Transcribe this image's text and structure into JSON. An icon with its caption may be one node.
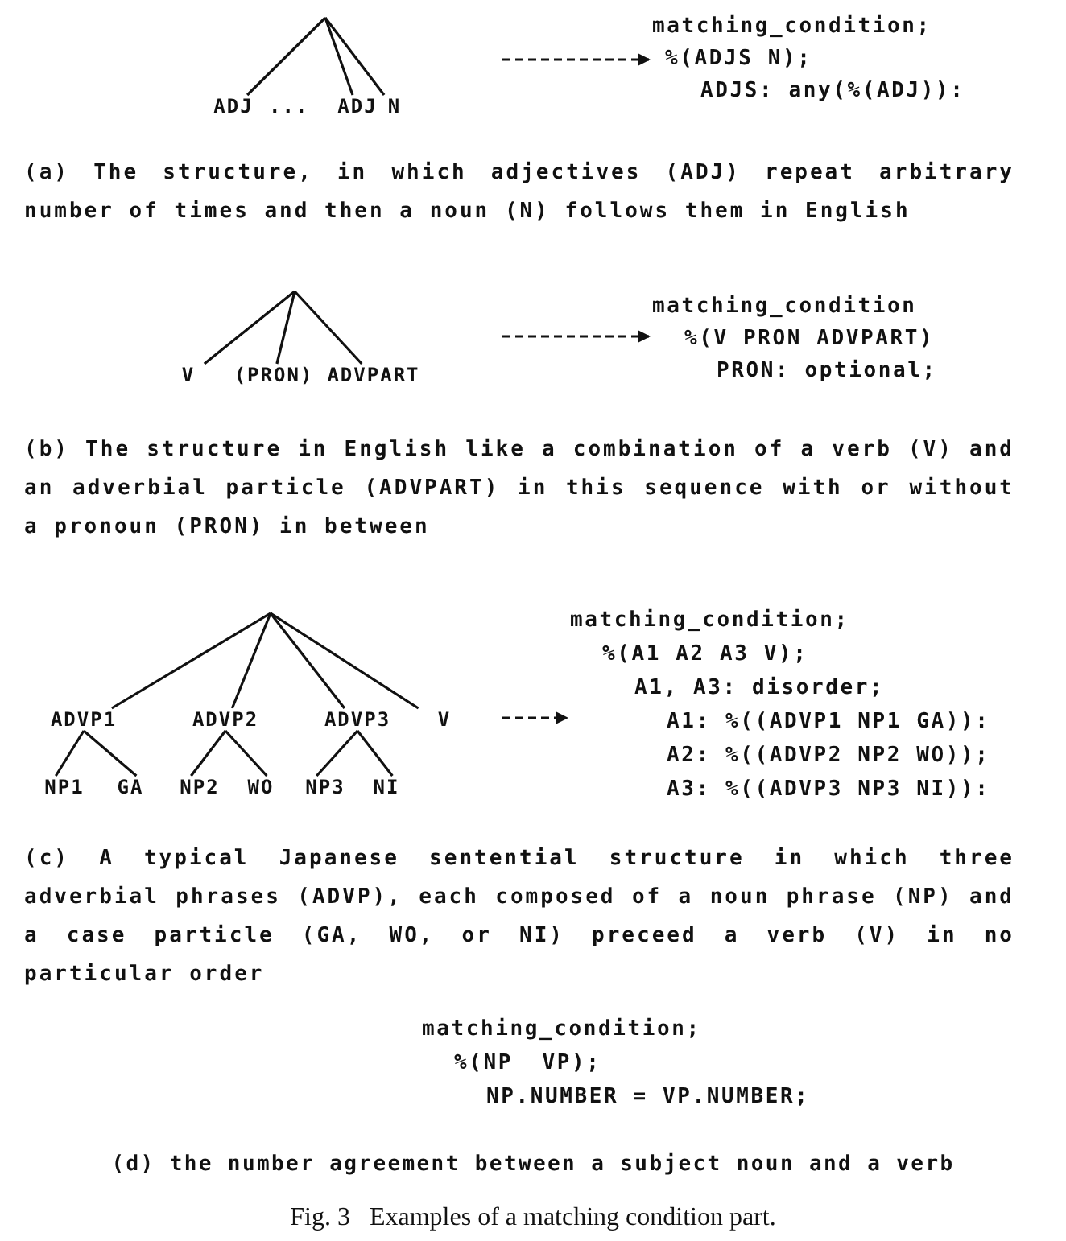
{
  "diagram": {
    "caption": "Fig. 3   Examples of a matching condition part.",
    "nodes": [
      {
        "text": [
          "ADJ"
        ]
      },
      {
        "text": [
          "ADJ"
        ]
      },
      {
        "text": [
          "N"
        ]
      },
      {
        "text": [
          "matching_condition;",
          "%(ADJS N);",
          "ADJS: any(%(ADJ)):"
        ]
      },
      {
        "text": [
          "V"
        ]
      },
      {
        "text": [
          "(PRON)"
        ]
      },
      {
        "text": [
          "ADVPART"
        ]
      },
      {
        "text": [
          "matching_condition",
          "%(V PRON ADVPART)",
          "PRON: optional;"
        ]
      },
      {
        "text": [
          "ADVP1"
        ]
      },
      {
        "text": [
          "ADVP2"
        ]
      },
      {
        "text": [
          "ADVP3"
        ]
      },
      {
        "text": [
          "V"
        ]
      },
      {
        "text": [
          "NP1"
        ]
      },
      {
        "text": [
          "GA"
        ]
      },
      {
        "text": [
          "NP2"
        ]
      },
      {
        "text": [
          "WO"
        ]
      },
      {
        "text": [
          "NP3"
        ]
      },
      {
        "text": [
          "NI"
        ]
      },
      {
        "text": [
          "matching_condition;",
          "%(A1 A2 A3 V);",
          "A1, A3: disorder;",
          "A1: %((ADVP1 NP1 GA)):",
          "A2: %((ADVP2 NP2 WO));",
          "A3: %((ADVP3 NP3 NI)):"
        ]
      }
    ],
    "edges": [
      {
        "from": null,
        "to": 0,
        "arrow": "none"
      },
      {
        "from": null,
        "to": 1,
        "arrow": "none"
      },
      {
        "from": null,
        "to": 2,
        "arrow": "none"
      },
      {
        "from": null,
        "to": 3,
        "arrow": "to",
        "style": "dashed"
      },
      {
        "from": null,
        "to": 4,
        "arrow": "none"
      },
      {
        "from": null,
        "to": 5,
        "arrow": "none"
      },
      {
        "from": null,
        "to": 6,
        "arrow": "none"
      },
      {
        "from": null,
        "to": 7,
        "arrow": "to",
        "style": "dashed"
      },
      {
        "from": null,
        "to": 8,
        "arrow": "none"
      },
      {
        "from": null,
        "to": 9,
        "arrow": "none"
      },
      {
        "from": null,
        "to": 10,
        "arrow": "none"
      },
      {
        "from": null,
        "to": 11,
        "arrow": "none"
      },
      {
        "from": 8,
        "to": 12,
        "arrow": "none"
      },
      {
        "from": 8,
        "to": 13,
        "arrow": "none"
      },
      {
        "from": 9,
        "to": 14,
        "arrow": "none"
      },
      {
        "from": 9,
        "to": 15,
        "arrow": "none"
      },
      {
        "from": 10,
        "to": 16,
        "arrow": "none"
      },
      {
        "from": 10,
        "to": 17,
        "arrow": "none"
      },
      {
        "from": null,
        "to": 18,
        "arrow": "to",
        "style": "dashed"
      }
    ],
    "labels": [
      "...",
      "(a) The structure, in which adjectives (ADJ) repeat arbitrary number of times and then a noun (N) follows them in English",
      "(b) The structure in English like a combination of a verb (V) and an adverbial particle (ADVPART) in this sequence with or without a pronoun (PRON) in between",
      "(c) A typical Japanese sentential structure in which three adverbial phrases (ADVP), each composed of a noun phrase (NP) and a case particle (GA, WO, or NI) preceed a verb (V) in no particular order",
      "matching_condition;",
      "%(NP  VP);",
      "NP.NUMBER = VP.NUMBER;",
      "(d) the number agreement between a subject noun and a verb"
    ]
  }
}
